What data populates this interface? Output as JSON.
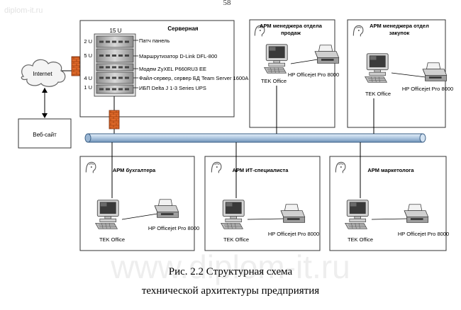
{
  "page_number": "58",
  "watermark": "diplom-it.ru",
  "watermark_large": "www.diplom-it.ru",
  "internet": {
    "label": "Internet"
  },
  "website": {
    "label": "Веб-сайт"
  },
  "server_room": {
    "title": "Серверная",
    "rack_units": "15 U",
    "devices": [
      {
        "units": "2 U",
        "label": "Патч панель"
      },
      {
        "units": "5 U",
        "label": "Маршрутизатор D-Link DFL-800"
      },
      {
        "units": "",
        "label": "Модем ZyXEL P660RU3 EE"
      },
      {
        "units": "4 U",
        "label": "Файл-сервер, сервер БД Team Server 1600A"
      },
      {
        "units": "1 U",
        "label": "ИБП Delta J 1-3 Series UPS"
      }
    ]
  },
  "workstations": [
    {
      "title": "АРМ менеджера отдела продаж",
      "title_lines": [
        "АРМ менеджера отдела",
        "продаж"
      ],
      "pc": "TEK Office",
      "printer": "HP Officejet Pro 8000"
    },
    {
      "title": "АРМ менеджера отдел закупок",
      "title_lines": [
        "АРМ менеджера отдел",
        "закупок"
      ],
      "pc": "TEK Office",
      "printer": "HP Officejet Pro 8000"
    },
    {
      "title": "АРМ бухгалтера",
      "title_lines": [
        "АРМ бухгалтера"
      ],
      "pc": "TEK Office",
      "printer": "HP Officejet Pro 8000"
    },
    {
      "title": "АРМ ИТ-специалиста",
      "title_lines": [
        "АРМ ИТ-специалиста"
      ],
      "pc": "TEK Office",
      "printer": "HP Officejet Pro 8000"
    },
    {
      "title": "АРМ маркетолога",
      "title_lines": [
        "АРМ маркетолога"
      ],
      "pc": "TEK Office",
      "printer": "HP Officejet Pro 8000"
    }
  ],
  "caption": {
    "line1": "Рис. 2.2 Структурная схема",
    "line2": "технической архитектуры предприятия"
  }
}
